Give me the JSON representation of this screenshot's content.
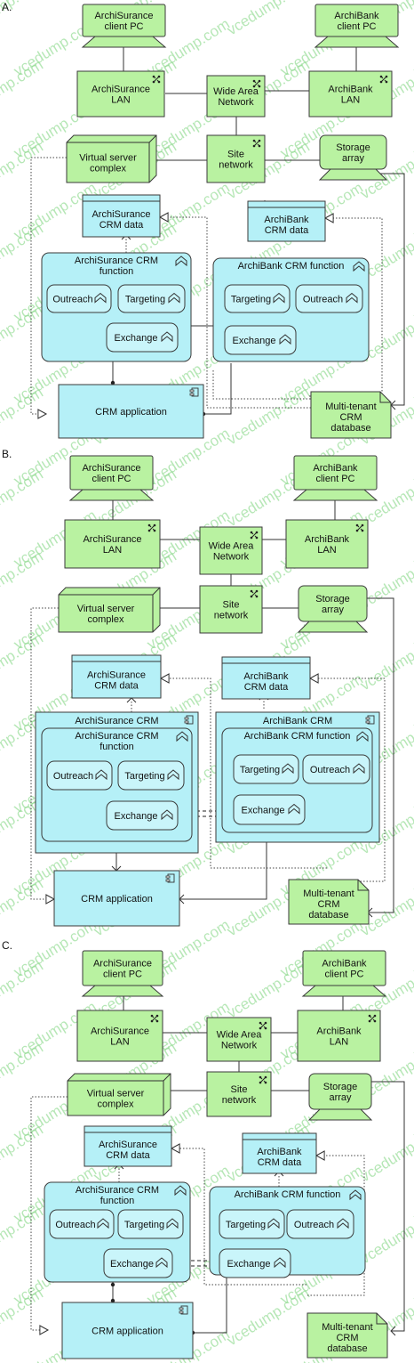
{
  "options": [
    "A.",
    "B.",
    "C."
  ],
  "labels": {
    "as_pc": [
      "ArchiSurance",
      "client PC"
    ],
    "ab_pc": [
      "ArchiBank",
      "client PC"
    ],
    "as_lan": [
      "ArchiSurance",
      "LAN"
    ],
    "ab_lan": [
      "ArchiBank",
      "LAN"
    ],
    "wan": [
      "Wide Area",
      "Network"
    ],
    "site": [
      "Site",
      "network"
    ],
    "vsc": [
      "Virtual server",
      "complex"
    ],
    "storage": [
      "Storage",
      "array"
    ],
    "as_data": [
      "ArchiSurance",
      "CRM data"
    ],
    "ab_data": [
      "ArchiBank",
      "CRM data"
    ],
    "as_func": [
      "ArchiSurance CRM",
      "function"
    ],
    "ab_func": [
      "ArchiBank CRM function"
    ],
    "as_comp": [
      "ArchiSurance CRM"
    ],
    "ab_comp": [
      "ArchiBank CRM"
    ],
    "outreach": [
      "Outreach"
    ],
    "targeting": [
      "Targeting"
    ],
    "exchange": [
      "Exchange"
    ],
    "crm_app": [
      "CRM application"
    ],
    "mt_db": [
      "Multi-tenant",
      "CRM",
      "database"
    ]
  },
  "watermark": "vcedump.com"
}
